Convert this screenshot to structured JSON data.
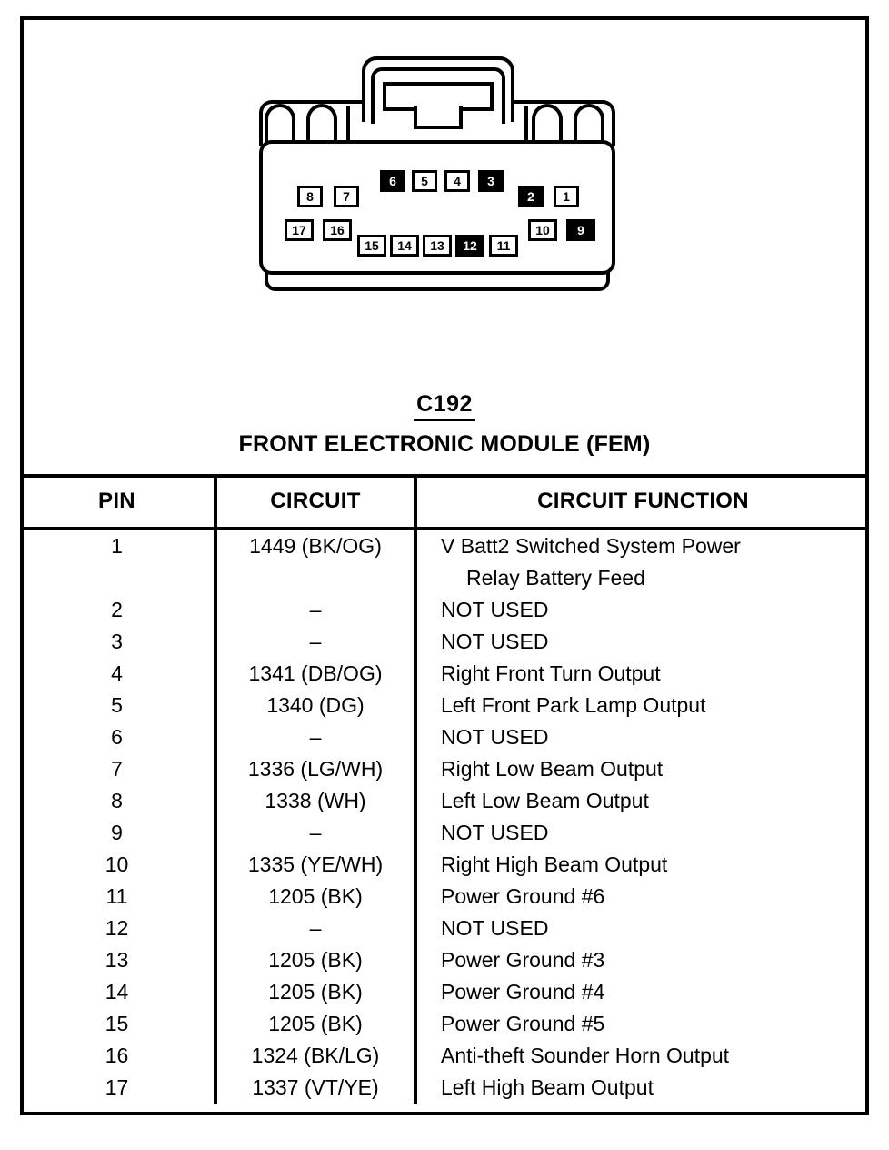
{
  "connector": {
    "label": "connector-pinout-diagram",
    "pins_top_row": [
      {
        "num": "8",
        "filled": true
      },
      {
        "num": "7",
        "filled": false
      },
      {
        "num": "6",
        "filled": true
      },
      {
        "num": "5",
        "filled": false
      },
      {
        "num": "4",
        "filled": false
      },
      {
        "num": "3",
        "filled": true
      },
      {
        "num": "2",
        "filled": true
      },
      {
        "num": "1",
        "filled": false
      }
    ],
    "pins_bottom_row": [
      {
        "num": "17",
        "filled": false
      },
      {
        "num": "16",
        "filled": false
      },
      {
        "num": "15",
        "filled": false
      },
      {
        "num": "14",
        "filled": false
      },
      {
        "num": "13",
        "filled": false
      },
      {
        "num": "12",
        "filled": true
      },
      {
        "num": "11",
        "filled": false
      },
      {
        "num": "10",
        "filled": false
      },
      {
        "num": "9",
        "filled": true
      }
    ]
  },
  "title": {
    "connector_id": "C192",
    "connector_name": "FRONT ELECTRONIC MODULE (FEM)"
  },
  "table": {
    "headers": [
      "PIN",
      "CIRCUIT",
      "CIRCUIT FUNCTION"
    ],
    "rows": [
      {
        "pin": "1",
        "circuit": "1449 (BK/OG)",
        "function": "V Batt2 Switched System Power",
        "function_cont": "Relay Battery Feed"
      },
      {
        "pin": "2",
        "circuit": "–",
        "function": "NOT USED"
      },
      {
        "pin": "3",
        "circuit": "–",
        "function": "NOT USED"
      },
      {
        "pin": "4",
        "circuit": "1341 (DB/OG)",
        "function": "Right Front Turn Output"
      },
      {
        "pin": "5",
        "circuit": "1340 (DG)",
        "function": "Left Front Park Lamp Output"
      },
      {
        "pin": "6",
        "circuit": "–",
        "function": "NOT USED"
      },
      {
        "pin": "7",
        "circuit": "1336 (LG/WH)",
        "function": "Right Low Beam Output"
      },
      {
        "pin": "8",
        "circuit": "1338 (WH)",
        "function": "Left Low Beam Output"
      },
      {
        "pin": "9",
        "circuit": "–",
        "function": "NOT USED"
      },
      {
        "pin": "10",
        "circuit": "1335 (YE/WH)",
        "function": "Right High Beam Output"
      },
      {
        "pin": "11",
        "circuit": "1205 (BK)",
        "function": "Power Ground #6"
      },
      {
        "pin": "12",
        "circuit": "–",
        "function": "NOT USED"
      },
      {
        "pin": "13",
        "circuit": "1205 (BK)",
        "function": "Power Ground #3"
      },
      {
        "pin": "14",
        "circuit": "1205 (BK)",
        "function": "Power Ground #4"
      },
      {
        "pin": "15",
        "circuit": "1205 (BK)",
        "function": "Power Ground #5"
      },
      {
        "pin": "16",
        "circuit": "1324 (BK/LG)",
        "function": "Anti-theft Sounder Horn Output"
      },
      {
        "pin": "17",
        "circuit": "1337 (VT/YE)",
        "function": "Left High Beam Output"
      }
    ]
  },
  "colors": {
    "ink": "#000000",
    "paper": "#ffffff"
  }
}
